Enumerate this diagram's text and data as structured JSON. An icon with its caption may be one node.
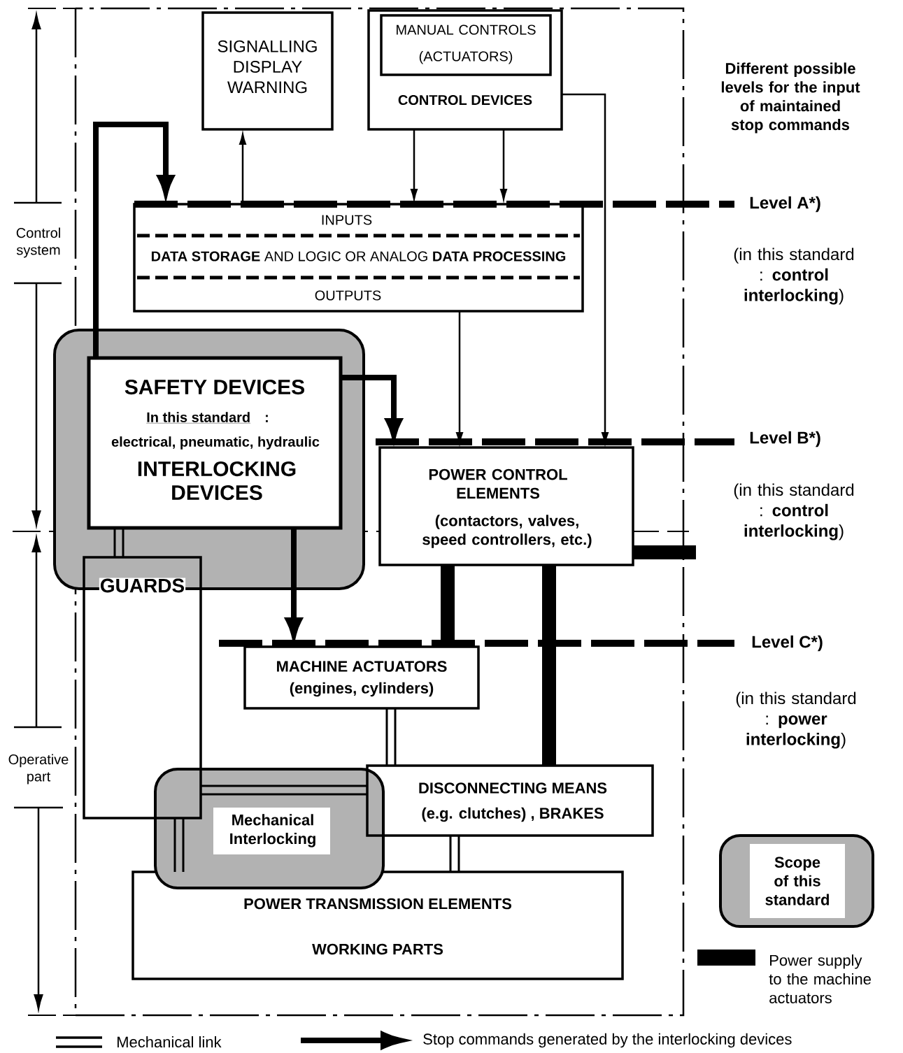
{
  "diagram": {
    "nodes": [
      {
        "text": [
          "SIGNALLING DISPLAY WARNING"
        ]
      },
      {
        "text": [
          "CONTROL DEVICES"
        ]
      },
      {
        "text": [
          "MANUAL CONTROLS (ACTUATORS)"
        ],
        "in": 1
      },
      {
        "text": [
          "INPUTS",
          "**DATA STORAGE** AND LOGIC OR ANALOG **DATA PROCESSING**",
          "OUTPUTS"
        ]
      },
      {
        "text": [
          "SAFETY DEVICES",
          "In this standard",
          ":",
          "electrical, pneumatic, hydraulic",
          "INTERLOCKING DEVICES"
        ]
      },
      {
        "text": [
          "POWER CONTROL ELEMENTS",
          "(contactors, valves, speed controllers, etc.)"
        ]
      },
      {
        "text": [
          "GUARDS"
        ]
      },
      {
        "text": [
          "MACHINE ACTUATORS",
          "(engines, cylinders)"
        ]
      },
      {
        "text": [
          "DISCONNECTING MEANS",
          "(e.g. clutches) ,  BRAKES"
        ]
      },
      {
        "text": [
          "Mechanical Interlocking"
        ]
      },
      {
        "text": [
          "POWER TRANSMISSION ELEMENTS",
          "WORKING PARTS"
        ]
      }
    ],
    "edges": [
      {
        "from": 4,
        "to": 3,
        "arrow": "to",
        "style": "thick"
      },
      {
        "from": 3,
        "to": 0,
        "arrow": "to"
      },
      {
        "from": 1,
        "to": 3,
        "arrow": "to"
      },
      {
        "from": 1,
        "to": 3,
        "arrow": "to"
      },
      {
        "from": 1,
        "to": 5,
        "arrow": "to"
      },
      {
        "from": 3,
        "to": 5,
        "arrow": "to"
      },
      {
        "from": 4,
        "to": 5,
        "arrow": "to",
        "style": "thick"
      },
      {
        "from": 4,
        "to": 7,
        "arrow": "to",
        "style": "thick"
      },
      {
        "from": 5,
        "to": 7,
        "arrow": "none",
        "style": "thick"
      },
      {
        "from": 5,
        "to": 8,
        "arrow": "none",
        "style": "thick"
      },
      {
        "from": 5,
        "to": null,
        "arrow": "none",
        "style": "thick"
      },
      {
        "from": 4,
        "to": 6,
        "arrow": "none"
      },
      {
        "from": 7,
        "to": 8,
        "arrow": "none"
      },
      {
        "from": 9,
        "to": 8,
        "arrow": "none"
      },
      {
        "from": 9,
        "to": 10,
        "arrow": "none"
      },
      {
        "from": 8,
        "to": 10,
        "arrow": "none"
      }
    ],
    "labels": [
      "Different possible levels for the input of maintained stop commands",
      "Level A*)",
      "(in this standard : **control interlocking**)",
      "Level B*)",
      "(in this standard : **control interlocking**)",
      "Level C*)",
      "(in this standard : **power interlocking**)",
      "Control system",
      "Operative part"
    ],
    "legend": [
      {
        "text": "Scope of this standard"
      },
      {
        "text": "Power supply to the machine actuators",
        "color": "#000000"
      },
      {
        "text": "Mechanical link"
      },
      {
        "text": "Stop commands generated by the interlocking devices"
      }
    ]
  }
}
